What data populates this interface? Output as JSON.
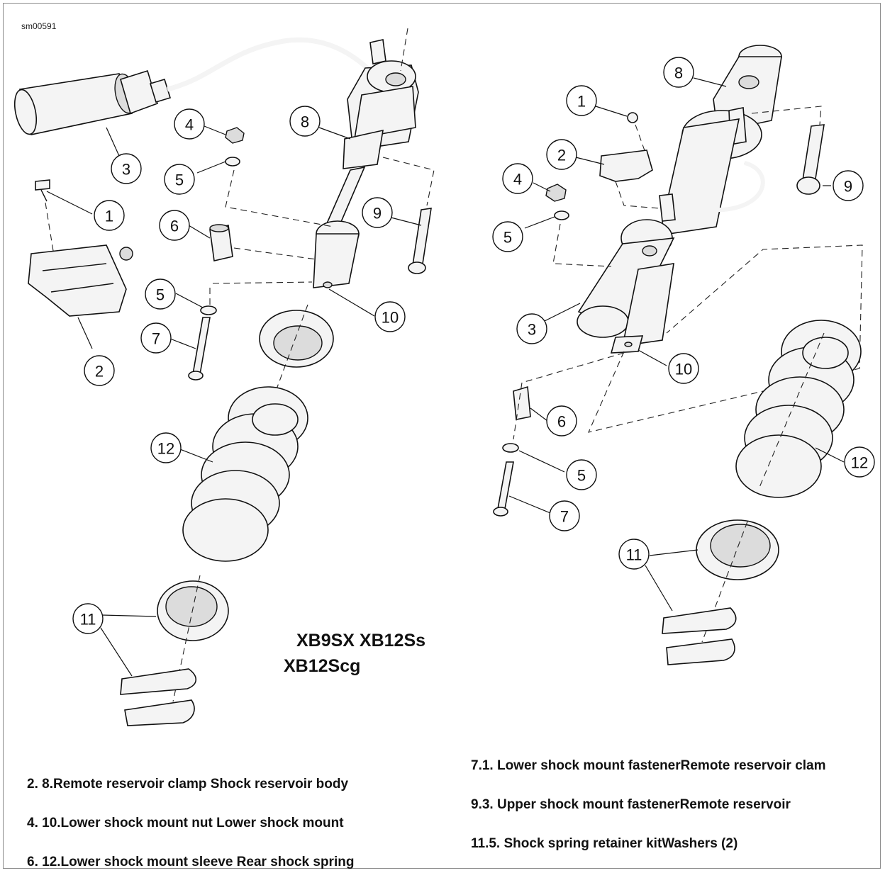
{
  "doc_id": "sm00591",
  "model_lines": [
    "XB9SX XB12Ss",
    "XB12Scg"
  ],
  "left_callouts": [
    "3",
    "1",
    "2",
    "4",
    "5",
    "6",
    "8",
    "9",
    "5",
    "7",
    "10",
    "12",
    "11"
  ],
  "right_callouts": [
    "8",
    "1",
    "2",
    "4",
    "5",
    "9",
    "3",
    "10",
    "6",
    "5",
    "7",
    "12",
    "11"
  ],
  "legend": [
    "2. 8.Remote reservoir clamp Shock reservoir body",
    "4. 10.Lower shock mount nut Lower shock mount",
    "6. 12.Lower shock mount sleeve Rear shock spring",
    "7.1. Lower shock mount fastenerRemote reservoir clam",
    "9.3. Upper shock mount fastenerRemote reservoir",
    "11.5. Shock spring retainer kitWashers (2)"
  ]
}
